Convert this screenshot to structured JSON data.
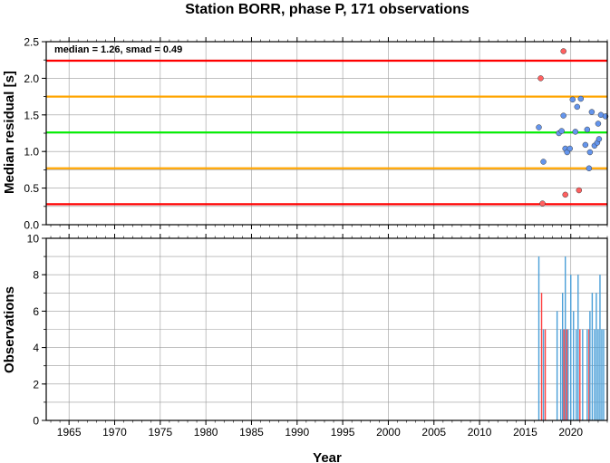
{
  "chart_data": [
    {
      "type": "scatter",
      "title": "Station BORR, phase P, 171 observations",
      "ylabel": "Median residual [s]",
      "xlim": [
        1962.5,
        2024
      ],
      "ylim": [
        0,
        2.5
      ],
      "y_ticks": [
        "0.0",
        "0.5",
        "1.0",
        "1.5",
        "2.0",
        "2.5"
      ],
      "annotation": "median = 1.26, smad = 0.49",
      "reference_lines": [
        {
          "value": 2.24,
          "color": "#ff0000"
        },
        {
          "value": 1.75,
          "color": "#ffa500"
        },
        {
          "value": 1.26,
          "color": "#00ee00"
        },
        {
          "value": 0.77,
          "color": "#ffa500"
        },
        {
          "value": 0.28,
          "color": "#ff0000"
        }
      ],
      "series": [
        {
          "color": "#6495ed",
          "points": [
            [
              2016.5,
              1.33
            ],
            [
              2017.0,
              0.86
            ],
            [
              2018.7,
              1.25
            ],
            [
              2019.0,
              1.28
            ],
            [
              2019.2,
              1.49
            ],
            [
              2019.4,
              1.04
            ],
            [
              2019.6,
              0.99
            ],
            [
              2019.9,
              1.04
            ],
            [
              2020.2,
              1.71
            ],
            [
              2020.5,
              1.27
            ],
            [
              2020.7,
              1.61
            ],
            [
              2021.1,
              1.72
            ],
            [
              2021.6,
              1.09
            ],
            [
              2021.8,
              1.3
            ],
            [
              2022.0,
              0.77
            ],
            [
              2022.1,
              0.99
            ],
            [
              2022.3,
              1.54
            ],
            [
              2022.6,
              1.08
            ],
            [
              2022.9,
              1.12
            ],
            [
              2023.0,
              1.38
            ],
            [
              2023.1,
              1.17
            ],
            [
              2023.3,
              1.5
            ],
            [
              2023.8,
              1.48
            ]
          ]
        },
        {
          "color": "#ff6060",
          "points": [
            [
              2016.7,
              2.0
            ],
            [
              2016.9,
              0.29
            ],
            [
              2019.2,
              2.37
            ],
            [
              2019.4,
              0.41
            ],
            [
              2020.9,
              0.47
            ]
          ]
        }
      ]
    },
    {
      "type": "bar",
      "xlabel": "Year",
      "ylabel": "Observations",
      "xlim": [
        1962.5,
        2024
      ],
      "ylim": [
        0,
        10
      ],
      "x_ticks": [
        "1965",
        "1970",
        "1975",
        "1980",
        "1985",
        "1990",
        "1995",
        "2000",
        "2005",
        "2010",
        "2015",
        "2020"
      ],
      "y_ticks": [
        "0",
        "2",
        "4",
        "6",
        "8",
        "10"
      ],
      "bars": [
        {
          "x": 2016.5,
          "value": 9,
          "color": "#4a9fd8"
        },
        {
          "x": 2016.8,
          "value": 7,
          "color": "#ff4040"
        },
        {
          "x": 2017.0,
          "value": 5,
          "color": "#4a9fd8"
        },
        {
          "x": 2017.2,
          "value": 5,
          "color": "#ff4040"
        },
        {
          "x": 2018.5,
          "value": 6,
          "color": "#4a9fd8"
        },
        {
          "x": 2018.9,
          "value": 5,
          "color": "#4a9fd8"
        },
        {
          "x": 2019.1,
          "value": 7,
          "color": "#4a9fd8"
        },
        {
          "x": 2019.25,
          "value": 5,
          "color": "#ff4040"
        },
        {
          "x": 2019.4,
          "value": 9,
          "color": "#4a9fd8"
        },
        {
          "x": 2019.55,
          "value": 5,
          "color": "#ff4040"
        },
        {
          "x": 2019.7,
          "value": 5,
          "color": "#4a9fd8"
        },
        {
          "x": 2020.0,
          "value": 8,
          "color": "#4a9fd8"
        },
        {
          "x": 2020.3,
          "value": 6,
          "color": "#4a9fd8"
        },
        {
          "x": 2020.6,
          "value": 5,
          "color": "#4a9fd8"
        },
        {
          "x": 2020.8,
          "value": 8,
          "color": "#4a9fd8"
        },
        {
          "x": 2021.0,
          "value": 5,
          "color": "#ff4040"
        },
        {
          "x": 2021.3,
          "value": 5,
          "color": "#4a9fd8"
        },
        {
          "x": 2021.8,
          "value": 5,
          "color": "#4a9fd8"
        },
        {
          "x": 2022.0,
          "value": 5,
          "color": "#ff4040"
        },
        {
          "x": 2022.1,
          "value": 6,
          "color": "#4a9fd8"
        },
        {
          "x": 2022.35,
          "value": 7,
          "color": "#4a9fd8"
        },
        {
          "x": 2022.6,
          "value": 5,
          "color": "#4a9fd8"
        },
        {
          "x": 2022.8,
          "value": 7,
          "color": "#4a9fd8"
        },
        {
          "x": 2023.0,
          "value": 5,
          "color": "#4a9fd8"
        },
        {
          "x": 2023.2,
          "value": 8,
          "color": "#4a9fd8"
        },
        {
          "x": 2023.4,
          "value": 5,
          "color": "#4a9fd8"
        },
        {
          "x": 2023.6,
          "value": 5,
          "color": "#4a9fd8"
        }
      ]
    }
  ]
}
